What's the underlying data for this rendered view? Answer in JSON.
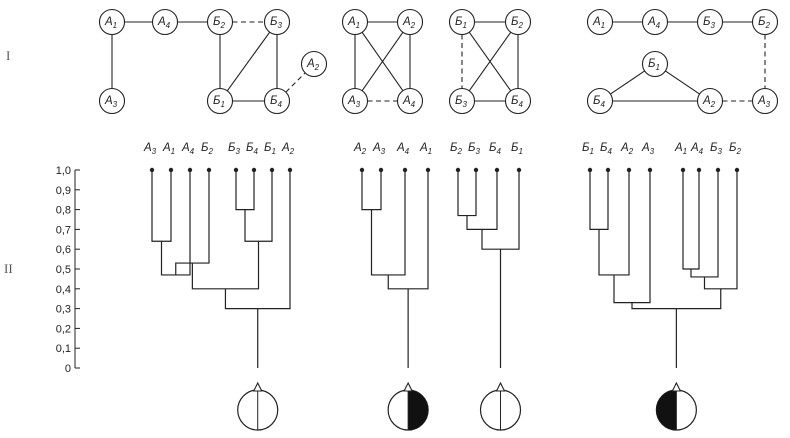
{
  "row_labels": {
    "top": "I",
    "bottom": "II"
  },
  "graphs": [
    {
      "nodes": [
        {
          "id": "A1",
          "base": "А",
          "sub": "1"
        },
        {
          "id": "A4",
          "base": "А",
          "sub": "4"
        },
        {
          "id": "B2",
          "base": "Б",
          "sub": "2"
        },
        {
          "id": "B3",
          "base": "Б",
          "sub": "3"
        },
        {
          "id": "A2",
          "base": "А",
          "sub": "2"
        },
        {
          "id": "A3",
          "base": "А",
          "sub": "3"
        },
        {
          "id": "B1",
          "base": "Б",
          "sub": "1"
        },
        {
          "id": "B4",
          "base": "Б",
          "sub": "4"
        }
      ],
      "edges": [
        {
          "from": "A1",
          "to": "A4",
          "style": "solid"
        },
        {
          "from": "A4",
          "to": "B2",
          "style": "solid"
        },
        {
          "from": "B2",
          "to": "B3",
          "style": "dashed"
        },
        {
          "from": "A1",
          "to": "A3",
          "style": "solid"
        },
        {
          "from": "B2",
          "to": "B1",
          "style": "solid"
        },
        {
          "from": "B3",
          "to": "B1",
          "style": "solid"
        },
        {
          "from": "B3",
          "to": "B4",
          "style": "solid"
        },
        {
          "from": "B1",
          "to": "B4",
          "style": "solid"
        },
        {
          "from": "B4",
          "to": "A2",
          "style": "dashed"
        }
      ]
    },
    {
      "nodes": [
        {
          "id": "A1",
          "base": "А",
          "sub": "1"
        },
        {
          "id": "A2",
          "base": "А",
          "sub": "2"
        },
        {
          "id": "A3",
          "base": "А",
          "sub": "3"
        },
        {
          "id": "A4",
          "base": "А",
          "sub": "4"
        }
      ],
      "edges": [
        {
          "from": "A1",
          "to": "A2",
          "style": "solid"
        },
        {
          "from": "A1",
          "to": "A3",
          "style": "solid"
        },
        {
          "from": "A1",
          "to": "A4",
          "style": "solid"
        },
        {
          "from": "A2",
          "to": "A3",
          "style": "solid"
        },
        {
          "from": "A2",
          "to": "A4",
          "style": "solid"
        },
        {
          "from": "A3",
          "to": "A4",
          "style": "dashed"
        }
      ]
    },
    {
      "nodes": [
        {
          "id": "B1",
          "base": "Б",
          "sub": "1"
        },
        {
          "id": "B2",
          "base": "Б",
          "sub": "2"
        },
        {
          "id": "B3",
          "base": "Б",
          "sub": "3"
        },
        {
          "id": "B4",
          "base": "Б",
          "sub": "4"
        }
      ],
      "edges": [
        {
          "from": "B1",
          "to": "B2",
          "style": "solid"
        },
        {
          "from": "B1",
          "to": "B3",
          "style": "dashed"
        },
        {
          "from": "B1",
          "to": "B4",
          "style": "solid"
        },
        {
          "from": "B2",
          "to": "B3",
          "style": "solid"
        },
        {
          "from": "B2",
          "to": "B4",
          "style": "solid"
        },
        {
          "from": "B3",
          "to": "B4",
          "style": "solid"
        }
      ]
    },
    {
      "nodes": [
        {
          "id": "A1",
          "base": "А",
          "sub": "1"
        },
        {
          "id": "A4",
          "base": "А",
          "sub": "4"
        },
        {
          "id": "B3",
          "base": "Б",
          "sub": "3"
        },
        {
          "id": "B2",
          "base": "Б",
          "sub": "2"
        },
        {
          "id": "B1",
          "base": "Б",
          "sub": "1"
        },
        {
          "id": "B4",
          "base": "Б",
          "sub": "4"
        },
        {
          "id": "A2",
          "base": "А",
          "sub": "2"
        },
        {
          "id": "A3",
          "base": "А",
          "sub": "3"
        }
      ],
      "edges": [
        {
          "from": "A1",
          "to": "A4",
          "style": "solid"
        },
        {
          "from": "A4",
          "to": "B3",
          "style": "solid"
        },
        {
          "from": "B3",
          "to": "B2",
          "style": "solid"
        },
        {
          "from": "B2",
          "to": "A3",
          "style": "dashed"
        },
        {
          "from": "B1",
          "to": "B4",
          "style": "solid"
        },
        {
          "from": "B1",
          "to": "A2",
          "style": "solid"
        },
        {
          "from": "B4",
          "to": "A2",
          "style": "solid"
        },
        {
          "from": "A2",
          "to": "A3",
          "style": "dashed"
        }
      ]
    }
  ],
  "similarity_axis": {
    "ticks": [
      "1,0",
      "0,9",
      "0,8",
      "0,7",
      "0,6",
      "0,5",
      "0,4",
      "0,3",
      "0,2",
      "0,1",
      "0"
    ],
    "min": 0,
    "max": 1
  },
  "dendrograms": [
    {
      "leaves": [
        {
          "base": "А",
          "sub": "3"
        },
        {
          "base": "А",
          "sub": "1"
        },
        {
          "base": "А",
          "sub": "4"
        },
        {
          "base": "Б",
          "sub": "2"
        },
        {
          "base": "Б",
          "sub": "3"
        },
        {
          "base": "Б",
          "sub": "4"
        },
        {
          "base": "Б",
          "sub": "1"
        },
        {
          "base": "А",
          "sub": "2"
        }
      ],
      "merges": [
        {
          "left": "L0",
          "right": "L1",
          "height": 0.64
        },
        {
          "left": "M0",
          "right": "L2",
          "height": 0.47
        },
        {
          "left": "L4",
          "right": "L5",
          "height": 0.8
        },
        {
          "left": "M2",
          "right": "L6",
          "height": 0.64
        },
        {
          "left": "M1",
          "right": "L3",
          "height": 0.53
        },
        {
          "left": "M4",
          "right": "M3",
          "height": 0.4
        },
        {
          "left": "M5",
          "right": "L7",
          "height": 0.3
        }
      ],
      "root_to": 0,
      "eye": "none"
    },
    {
      "leaves": [
        {
          "base": "А",
          "sub": "2"
        },
        {
          "base": "А",
          "sub": "3"
        },
        {
          "base": "А",
          "sub": "4"
        },
        {
          "base": "А",
          "sub": "1"
        }
      ],
      "merges": [
        {
          "left": "L0",
          "right": "L1",
          "height": 0.8
        },
        {
          "left": "M0",
          "right": "L2",
          "height": 0.47
        },
        {
          "left": "M1",
          "right": "L3",
          "height": 0.4
        }
      ],
      "root_to": 0,
      "eye": "right"
    },
    {
      "leaves": [
        {
          "base": "Б",
          "sub": "2"
        },
        {
          "base": "Б",
          "sub": "3"
        },
        {
          "base": "Б",
          "sub": "4"
        },
        {
          "base": "Б",
          "sub": "1"
        }
      ],
      "merges": [
        {
          "left": "L0",
          "right": "L1",
          "height": 0.77
        },
        {
          "left": "M0",
          "right": "L2",
          "height": 0.7
        },
        {
          "left": "M1",
          "right": "L3",
          "height": 0.6
        }
      ],
      "root_to": 0,
      "eye": "none"
    },
    {
      "leaves": [
        {
          "base": "Б",
          "sub": "1"
        },
        {
          "base": "Б",
          "sub": "4"
        },
        {
          "base": "А",
          "sub": "2"
        },
        {
          "base": "А",
          "sub": "3"
        },
        {
          "base": "А",
          "sub": "1"
        },
        {
          "base": "А",
          "sub": "4"
        },
        {
          "base": "Б",
          "sub": "3"
        },
        {
          "base": "Б",
          "sub": "2"
        }
      ],
      "merges": [
        {
          "left": "L0",
          "right": "L1",
          "height": 0.7
        },
        {
          "left": "M0",
          "right": "L2",
          "height": 0.47
        },
        {
          "left": "M1",
          "right": "L3",
          "height": 0.33
        },
        {
          "left": "L4",
          "right": "L5",
          "height": 0.5
        },
        {
          "left": "M3",
          "right": "L6",
          "height": 0.46
        },
        {
          "left": "M4",
          "right": "L7",
          "height": 0.4
        },
        {
          "left": "M2",
          "right": "M5",
          "height": 0.3
        }
      ],
      "root_to": 0,
      "eye": "left"
    }
  ]
}
